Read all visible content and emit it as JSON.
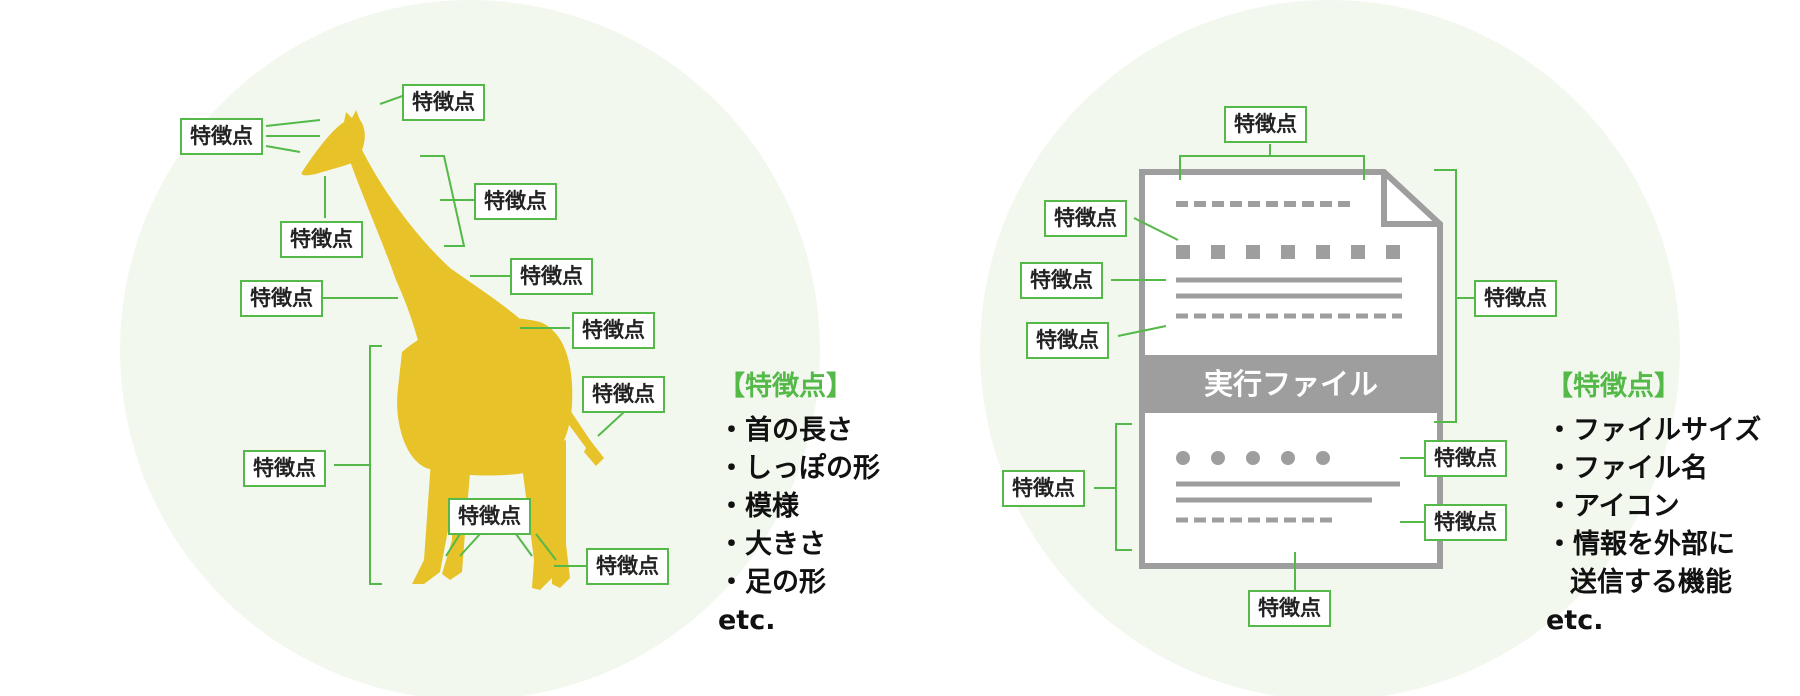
{
  "colors": {
    "background_circle": "#f2f8ee",
    "label_border": "#54b948",
    "giraffe": "#e8c229",
    "document_gray": "#9e9e9e",
    "heading_green": "#54b948"
  },
  "feature_label": "特徴点",
  "giraffe_panel": {
    "heading": "【特徴点】",
    "items": [
      "・首の長さ",
      "・しっぽの形",
      "・模様",
      "・大きさ",
      "・足の形"
    ],
    "etc": "etc."
  },
  "file_panel": {
    "file_band_label": "実行ファイル",
    "heading": "【特徴点】",
    "items": [
      "・ファイルサイズ",
      "・ファイル名",
      "・アイコン",
      "・情報を外部に"
    ],
    "item_continuation": "送信する機能",
    "etc": "etc."
  }
}
